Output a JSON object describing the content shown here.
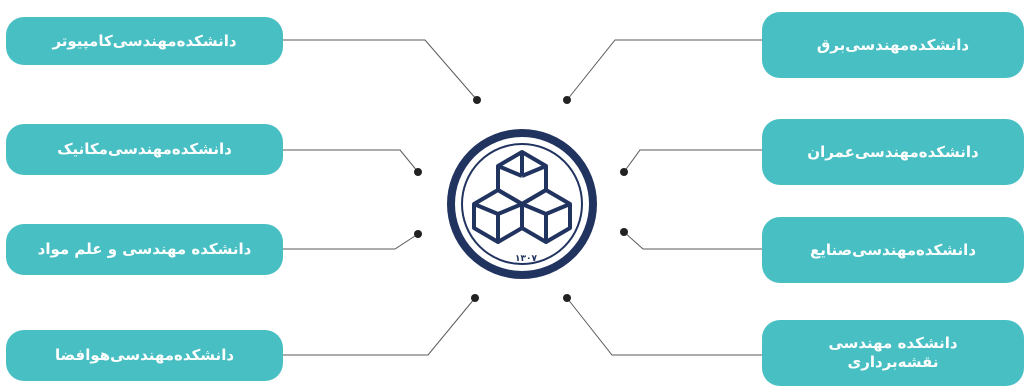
{
  "logo": {
    "year": "۱۳۰۷",
    "colors": {
      "ring": "#21335f",
      "accent": "#48bfc3"
    }
  },
  "departments_left": [
    "دانشکده‌مهندسی‌کامپیوتر",
    "دانشکده‌مهندسی‌مکانیک",
    "دانشکده مهندسی و علم مواد",
    "دانشکده‌مهندسی‌هوافضا"
  ],
  "departments_right": [
    "دانشکده‌مهندسی‌برق",
    "دانشکده‌مهندسی‌عمران",
    "دانشکده‌مهندسی‌صنایع",
    "دانشکده مهندسی نقشه‌برداری"
  ]
}
